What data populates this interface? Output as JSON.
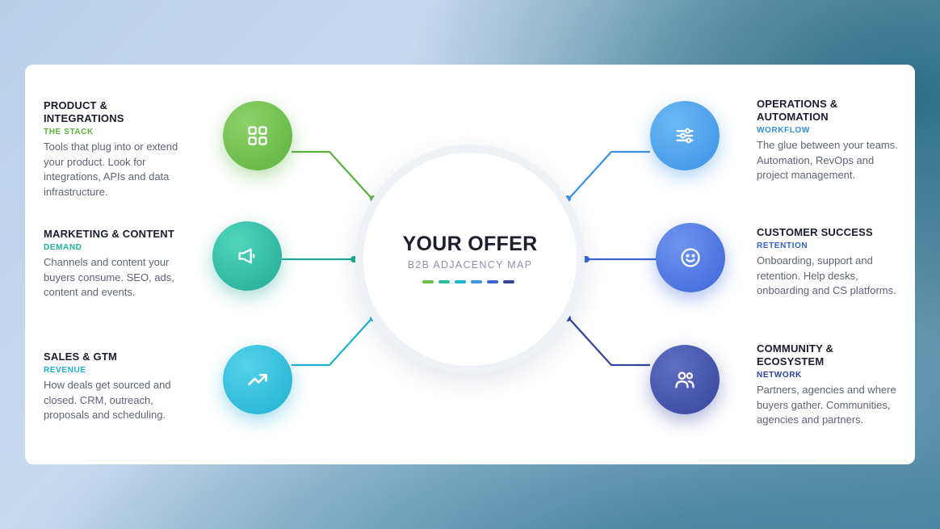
{
  "hub": {
    "title": "YOUR OFFER",
    "subtitle": "B2B ADJACENCY MAP",
    "dash_colors": [
      "#6cc04a",
      "#2bbba0",
      "#1fb5d0",
      "#3a95e6",
      "#3a66d6",
      "#34449a"
    ]
  },
  "segments": [
    {
      "id": "product",
      "title": "PRODUCT &\nINTEGRATIONS",
      "tag": "THE STACK",
      "tag_color": "#58b33d",
      "description": "Tools that plug into or extend your product. Look for integrations, APIs and data infrastructure.",
      "icon": "grid-icon",
      "color_a": "#8fd16a",
      "color_b": "#5bb33e"
    },
    {
      "id": "marketing",
      "title": "MARKETING & CONTENT",
      "tag": "DEMAND",
      "tag_color": "#1fb09a",
      "description": "Channels and content your buyers consume. SEO, ads, content and events.",
      "icon": "megaphone-icon",
      "color_a": "#4fd6bd",
      "color_b": "#23a995"
    },
    {
      "id": "sales",
      "title": "SALES & GTM",
      "tag": "REVENUE",
      "tag_color": "#1aaed0",
      "description": "How deals get sourced and closed. CRM, outreach, proposals and scheduling.",
      "icon": "trending-up-icon",
      "color_a": "#55d3ea",
      "color_b": "#1fb0d3"
    },
    {
      "id": "operations",
      "title": "OPERATIONS &\nAUTOMATION",
      "tag": "WORKFLOW",
      "tag_color": "#2f8fe0",
      "description": "The glue between your teams. Automation, RevOps and project management.",
      "icon": "sliders-icon",
      "color_a": "#6cb8f5",
      "color_b": "#3a92e6"
    },
    {
      "id": "customer",
      "title": "CUSTOMER SUCCESS",
      "tag": "RETENTION",
      "tag_color": "#2f62d6",
      "description": "Onboarding, support and retention. Help desks, onboarding and CS platforms.",
      "icon": "smile-icon",
      "color_a": "#6f94ef",
      "color_b": "#3c66d8"
    },
    {
      "id": "community",
      "title": "COMMUNITY &\nECOSYSTEM",
      "tag": "NETWORK",
      "tag_color": "#2e3f9c",
      "description": "Partners, agencies and where buyers gather. Communities, agencies and partners.",
      "icon": "users-icon",
      "color_a": "#5f6fc4",
      "color_b": "#34449a"
    }
  ]
}
